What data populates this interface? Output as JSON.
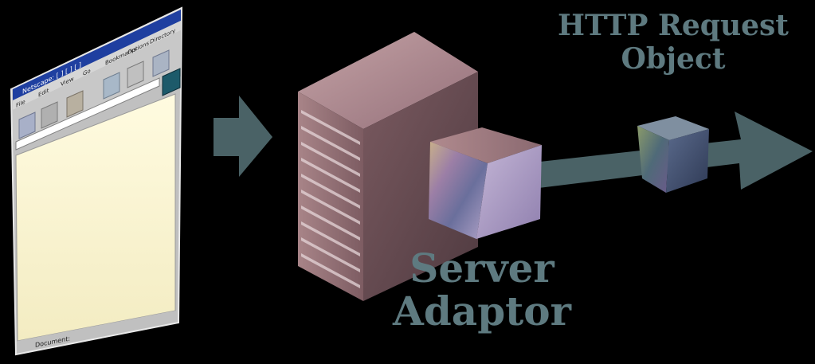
{
  "labels": {
    "http_request_line1": "HTTP Request",
    "http_request_line2": "Object",
    "server_adaptor_line1": "Server",
    "server_adaptor_line2": "Adaptor"
  },
  "browser": {
    "window_title": "Netscape: [ ] [ ] [ ]",
    "menu_items": [
      "File",
      "Edit",
      "View",
      "Go",
      "Bookmarks",
      "Options",
      "Directory"
    ],
    "status_text": "Document:"
  },
  "colors": {
    "background": "#000000",
    "label_text": "#5e7a80",
    "arrow": "#4a6266",
    "server_front": "#8e6c70",
    "server_side": "#6b4f55",
    "server_top": "#b08a8e",
    "browser_page": "#fbf6cf",
    "browser_chrome": "#c0c0c0",
    "browser_titlebar": "#1f3fa0"
  }
}
